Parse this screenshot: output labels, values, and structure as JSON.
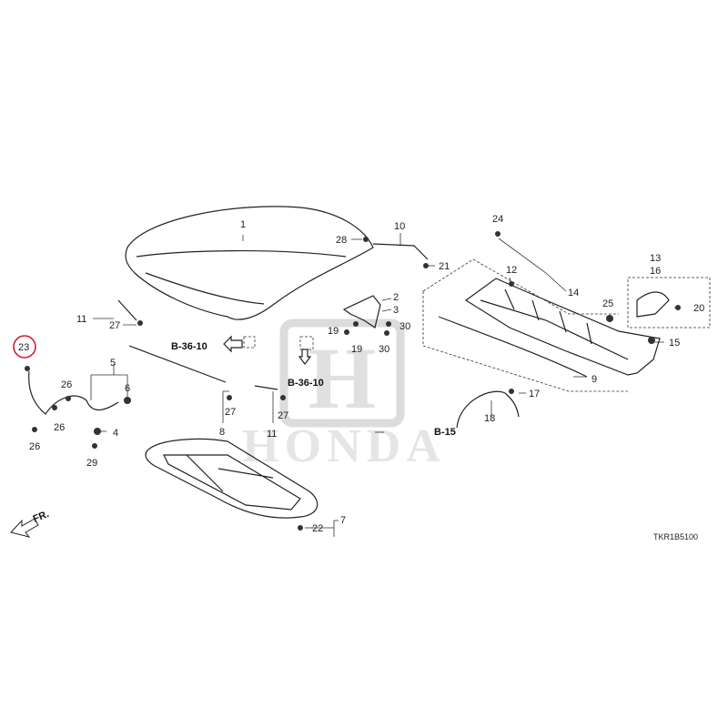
{
  "watermark": {
    "brand": "HONDA",
    "emblem": "H"
  },
  "diagram_code": "TKR1B5100",
  "direction_label": "FR.",
  "highlight_color": "#d0202a",
  "highlighted_part": "23",
  "refs": {
    "b36_left": "B-36-10",
    "b36_center": "B-36-10",
    "b15": "B-15"
  },
  "callouts": {
    "c1": "1",
    "c2": "2",
    "c3": "3",
    "c4": "4",
    "c5": "5",
    "c6": "6",
    "c7": "7",
    "c8": "8",
    "c9": "9",
    "c10": "10",
    "c11a": "11",
    "c11b": "11",
    "c12": "12",
    "c13": "13",
    "c14": "14",
    "c15": "15",
    "c16": "16",
    "c17": "17",
    "c18": "18",
    "c19a": "19",
    "c19b": "19",
    "c20": "20",
    "c21": "21",
    "c22": "22",
    "c23": "23",
    "c24": "24",
    "c25": "25",
    "c26a": "26",
    "c26b": "26",
    "c26c": "26",
    "c27a": "27",
    "c27b": "27",
    "c27c": "27",
    "c28": "28",
    "c29": "29",
    "c30a": "30",
    "c30b": "30"
  }
}
